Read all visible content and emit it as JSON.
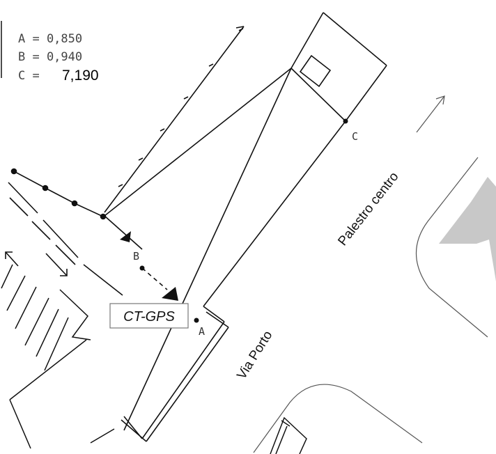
{
  "legend": {
    "line_a": "A = 0,850",
    "line_b": "B = 0,940",
    "line_c_prefix": "C =",
    "line_c_value": "7,190"
  },
  "points": {
    "a": "A",
    "b": "B",
    "c": "C"
  },
  "tag": "CT-GPS",
  "streets": {
    "palestro": "Palestro centro",
    "porto": "Via Porto"
  },
  "colors": {
    "line": "#111111",
    "block_fill": "#c8c8c8"
  }
}
